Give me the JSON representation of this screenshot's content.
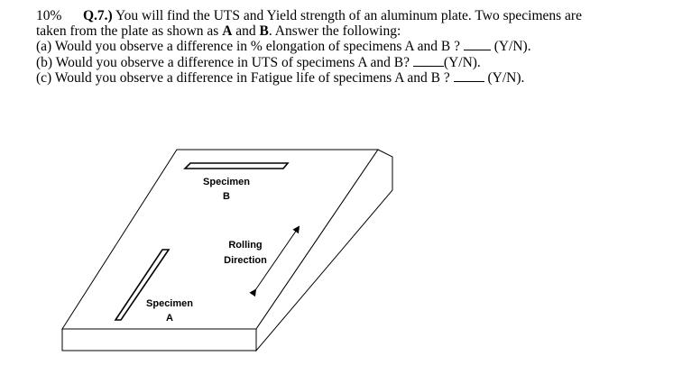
{
  "question": {
    "score": "10%",
    "number": "Q.7.)",
    "intro_line1": "You will find the UTS and Yield strength of an aluminum plate. Two specimens are",
    "intro_line2_a": "taken from the plate as shown as",
    "spec_a": "A",
    "and": "and",
    "spec_b": "B",
    "intro_line2_b": ". Answer the following:",
    "parts": [
      {
        "label": "(a)",
        "text": "Would you observe a difference in % elongation of specimens A and B ?",
        "answer": "(Y/N)."
      },
      {
        "label": "(b)",
        "text": "Would you observe a difference in UTS of specimens A and B?",
        "answer": "(Y/N)."
      },
      {
        "label": "(c)",
        "text": "Would you observe a difference in Fatigue life of specimens A and B ?",
        "answer": "(Y/N)."
      }
    ]
  },
  "figure": {
    "specimen_b_label": [
      "Specimen",
      "B"
    ],
    "rolling_label": [
      "Rolling",
      "Direction"
    ],
    "specimen_a_label": [
      "Specimen",
      "A"
    ]
  }
}
